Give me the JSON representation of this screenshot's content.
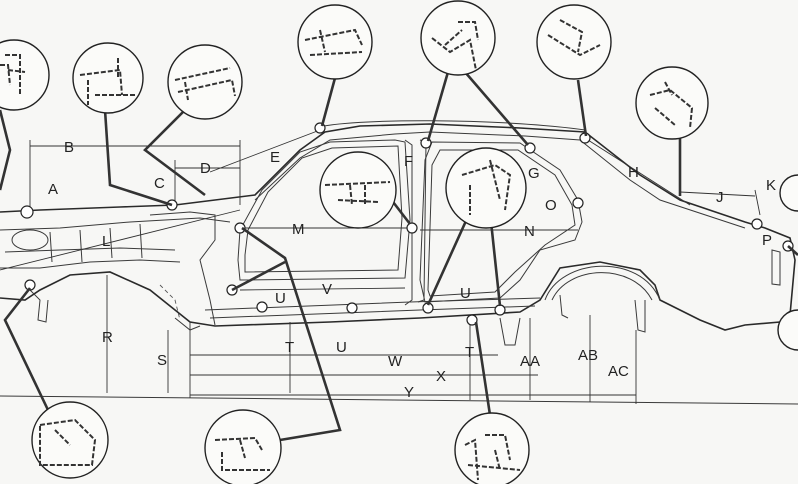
{
  "labels": {
    "A": "A",
    "B": "B",
    "C": "C",
    "D": "D",
    "E": "E",
    "F": "F",
    "G": "G",
    "H": "H",
    "J": "J",
    "K": "K",
    "L": "L",
    "M": "M",
    "N": "N",
    "O": "O",
    "P": "P",
    "R": "R",
    "S": "S",
    "T1": "T",
    "T2": "T",
    "U1": "U",
    "U2": "U",
    "U3": "U",
    "V": "V",
    "W": "W",
    "X": "X",
    "Y": "Y",
    "AA": "AA",
    "AB": "AB",
    "AC": "AC"
  },
  "colors": {
    "ink": "#2a2a2a",
    "paper": "#f7f7f5"
  }
}
